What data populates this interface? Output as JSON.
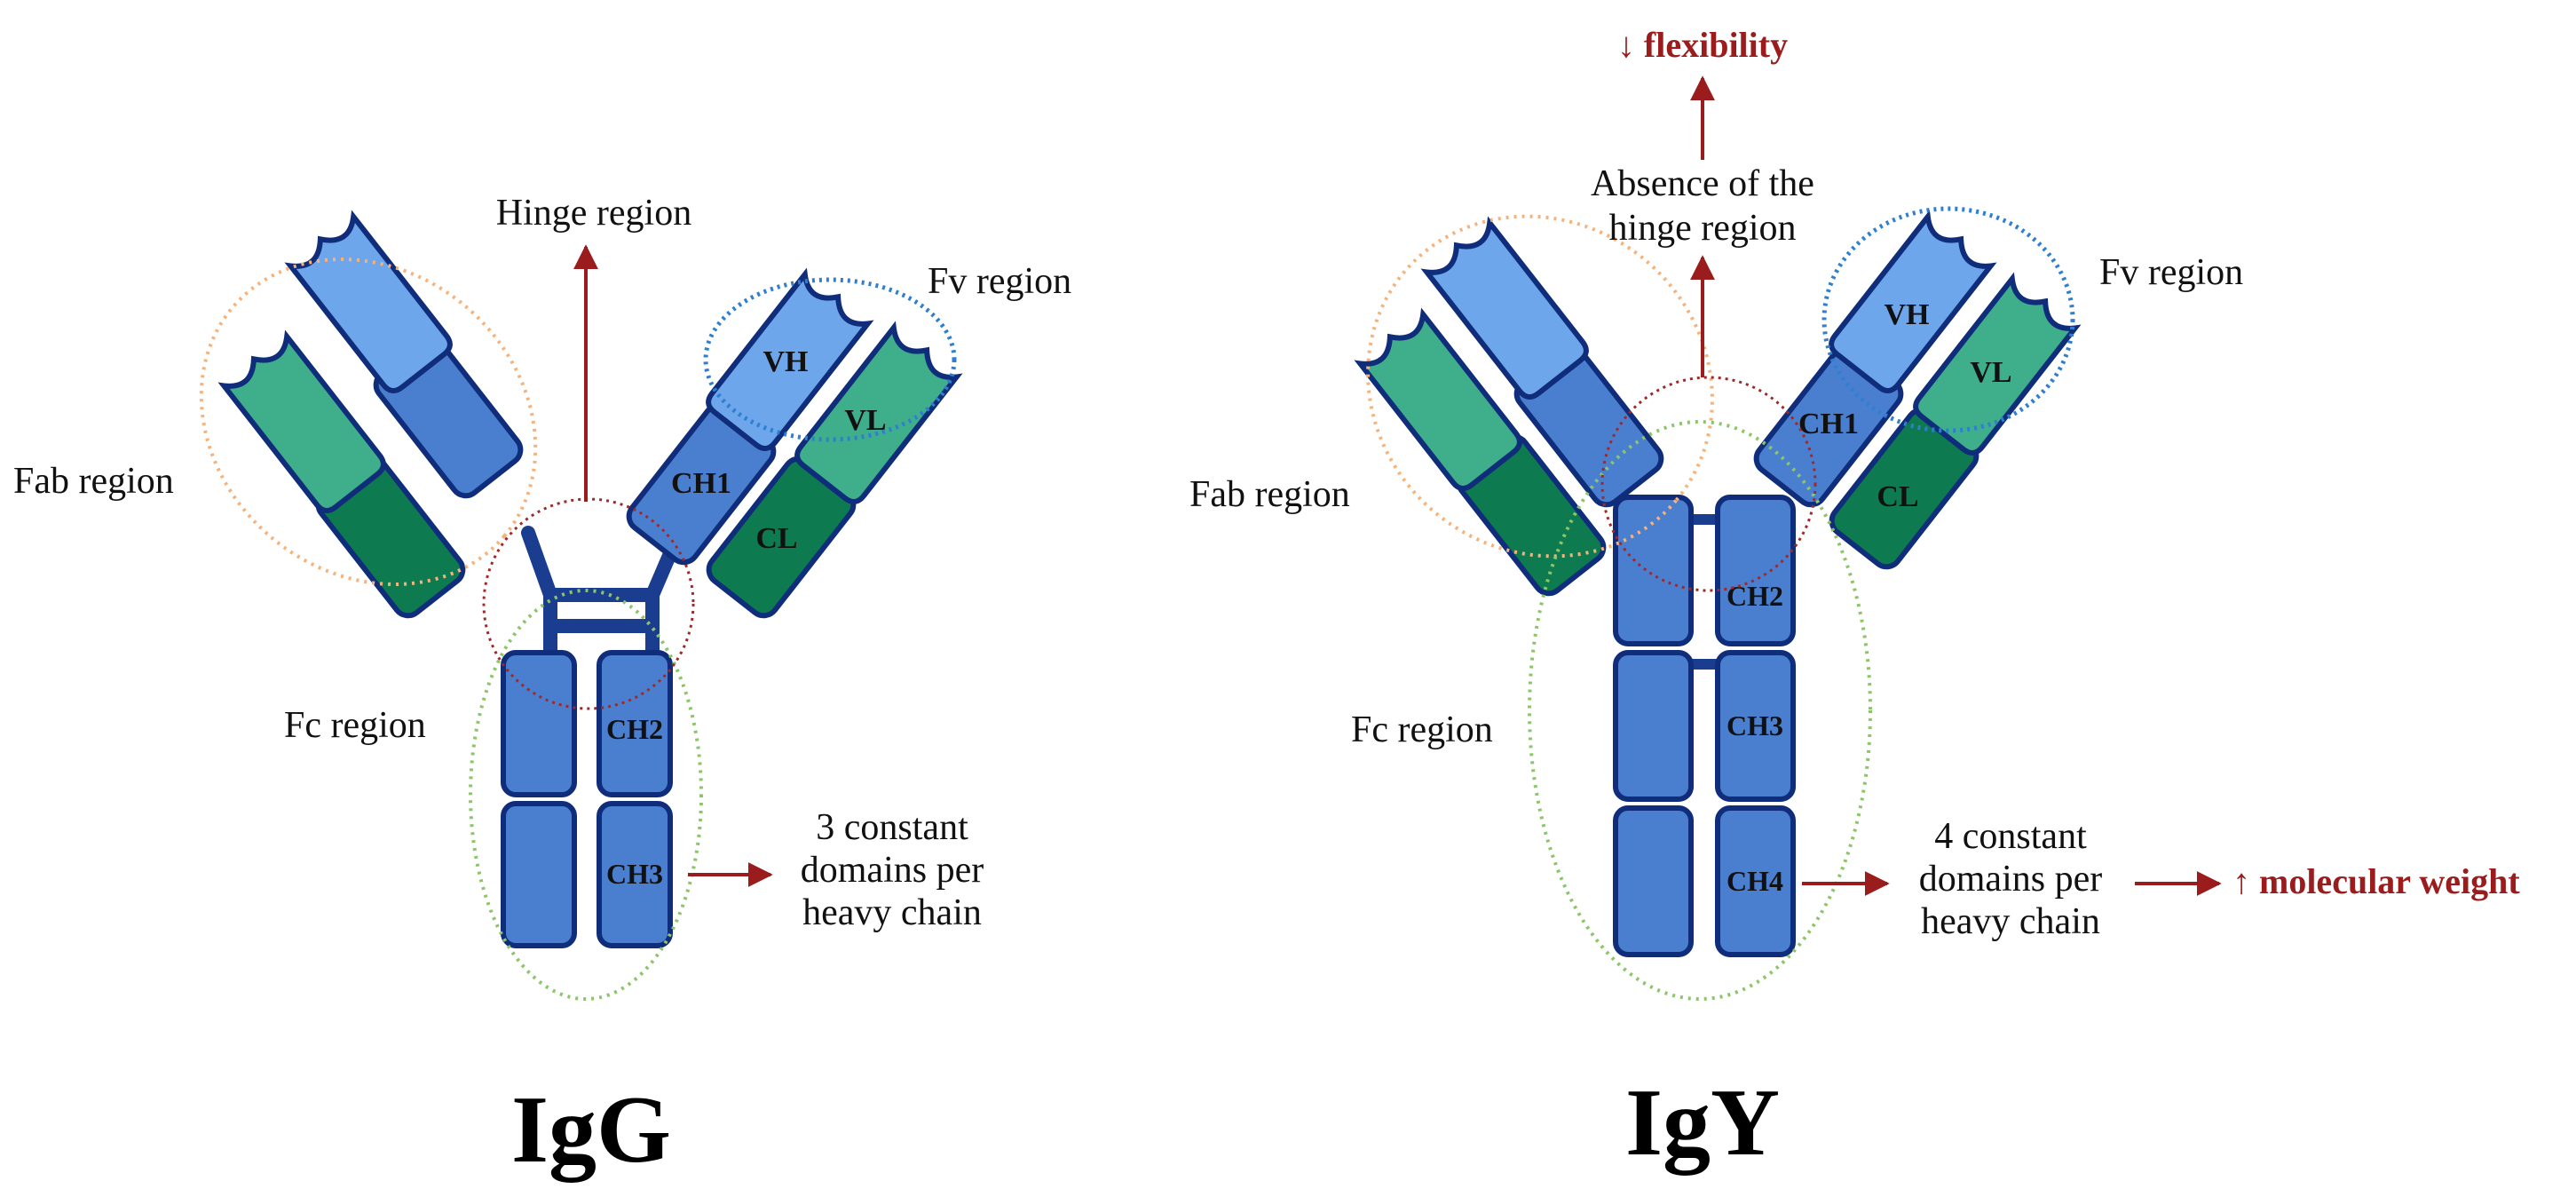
{
  "igg": {
    "title": "IgG",
    "hinge_label": "Hinge region",
    "fv_label": "Fv region",
    "fab_label": "Fab region",
    "fc_label": "Fc region",
    "constant_note": [
      "3 constant",
      "domains per",
      "heavy chain"
    ],
    "domains": {
      "vh": "VH",
      "vl": "VL",
      "ch1": "CH1",
      "cl": "CL",
      "ch2": "CH2",
      "ch3": "CH3"
    }
  },
  "igy": {
    "title": "IgY",
    "flexibility_label": "↓ flexibility",
    "hinge_absence_label": [
      "Absence of the",
      "hinge region"
    ],
    "fv_label": "Fv region",
    "fab_label": "Fab region",
    "fc_label": "Fc region",
    "constant_note": [
      "4 constant",
      "domains per",
      "heavy chain"
    ],
    "weight_label": "↑ molecular weight",
    "domains": {
      "vh": "VH",
      "vl": "VL",
      "ch1": "CH1",
      "cl": "CL",
      "ch2": "CH2",
      "ch3": "CH3",
      "ch4": "CH4"
    }
  },
  "colors": {
    "heavy_constant": "#4a7fd0",
    "heavy_variable": "#6ea6ec",
    "light_variable": "#3fae8a",
    "light_constant": "#0d7a4f",
    "outline": "#0f2d7a",
    "accent_red": "#9b1c1c",
    "fab_ring": "#f5b27a",
    "fv_ring": "#2f7fd0",
    "fc_ring": "#8cc56a",
    "hinge_ring": "#a02828"
  }
}
